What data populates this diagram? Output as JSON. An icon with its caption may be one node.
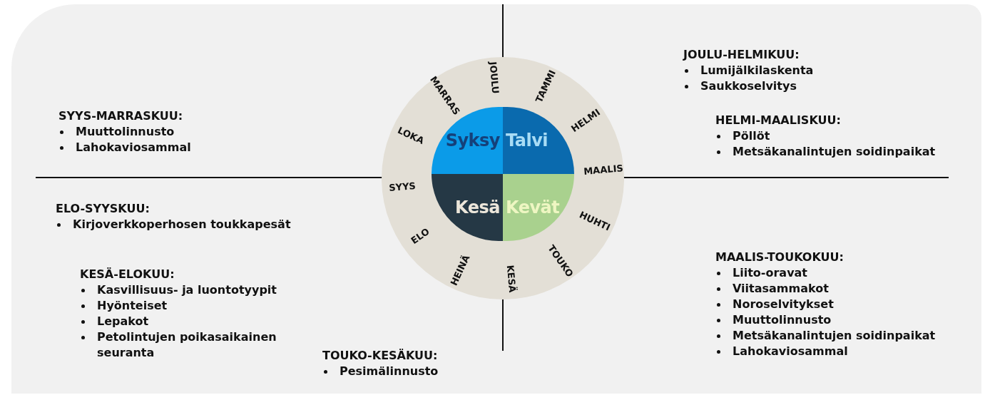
{
  "diagram": {
    "nodes": [
      {
        "text": [
          "JOULU",
          "TAMMI",
          "HELMI",
          "MAALIS",
          "HUHTI",
          "TOUKO",
          "KESÄ",
          "HEINÄ",
          "ELO",
          "SYYS",
          "LOKA",
          "MARRAS"
        ]
      },
      {
        "text": [
          "Syksy"
        ],
        "in": 0
      },
      {
        "text": [
          "Talvi"
        ],
        "in": 0
      },
      {
        "text": [
          "Kesä"
        ],
        "in": 0
      },
      {
        "text": [
          "Kevät"
        ],
        "in": 0
      }
    ],
    "edges": [],
    "labels": [
      "JOULU-HELMIKUU:",
      "Lumijälkilaskenta",
      "Saukkoselvitys",
      "SYYS-MARRASKUU:",
      "Muuttolinnusto",
      "Lahokaviosammal",
      "HELMI-MAALISKUU:",
      "Pöllöt",
      "Metsäkanalintujen soidinpaikat",
      "ELO-SYYSKUU:",
      "Kirjoverkkoperhosen toukkapesät",
      "MAALIS-TOUKOKUU:",
      "Liito-oravat",
      "Viitasammakot",
      "Noroselvitykset",
      "Muuttolinnusto",
      "Metsäkanalintujen soidinpaikat",
      "Lahokaviosammal",
      "KESÄ-ELOKUU:",
      "Kasvillisuus- ja luontotyypit",
      "Hyönteiset",
      "Lepakot",
      "Petolintujen poikasaikainen seuranta",
      "TOUKO-KESÄKUU:",
      "Pesimälinnusto"
    ]
  }
}
